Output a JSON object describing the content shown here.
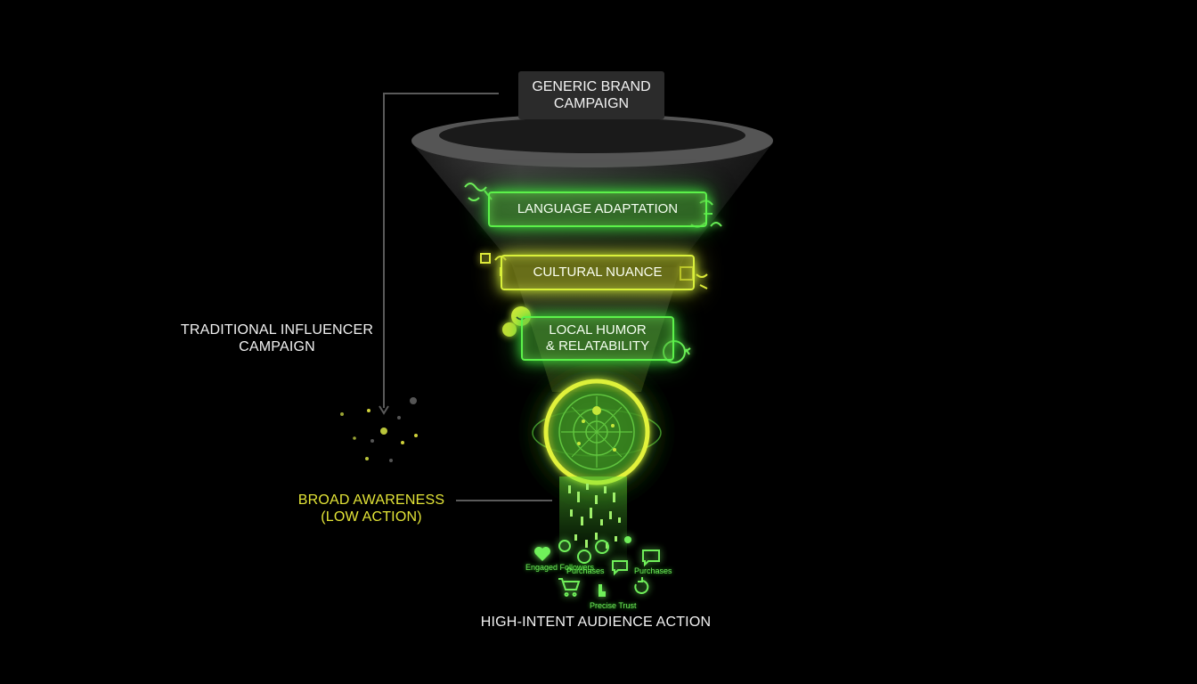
{
  "labels": {
    "header_line1": "GENERIC BRAND",
    "header_line2": "CAMPAIGN",
    "traditional_line1": "TRADITIONAL INFLUENCER",
    "traditional_line2": "CAMPAIGN",
    "broad_line1": "BROAD AWARENESS",
    "broad_line2": "(LOW ACTION)",
    "bottom": "HIGH-INTENT AUDIENCE ACTION"
  },
  "stages": [
    {
      "line1": "LANGUAGE ADAPTATION",
      "line2": ""
    },
    {
      "line1": "CULTURAL NUANCE",
      "line2": ""
    },
    {
      "line1": "LOCAL HUMOR",
      "line2": "& RELATABILITY"
    }
  ],
  "action_icons": [
    {
      "icon": "heart-icon",
      "caption": "Engaged Followers"
    },
    {
      "icon": "share-icon",
      "caption": "Purchases"
    },
    {
      "icon": "chat-icon",
      "caption": "Purchases"
    },
    {
      "icon": "cart-icon",
      "caption": ""
    },
    {
      "icon": "pointer-icon",
      "caption": "Precise Trust"
    },
    {
      "icon": "refresh-icon",
      "caption": ""
    }
  ],
  "colors": {
    "background": "#000000",
    "funnel": "#3a3a3a",
    "neon_green": "#5cf24a",
    "neon_yellow": "#e3e437",
    "label_white": "#f2f2f2",
    "label_yellow": "#e3e437"
  }
}
